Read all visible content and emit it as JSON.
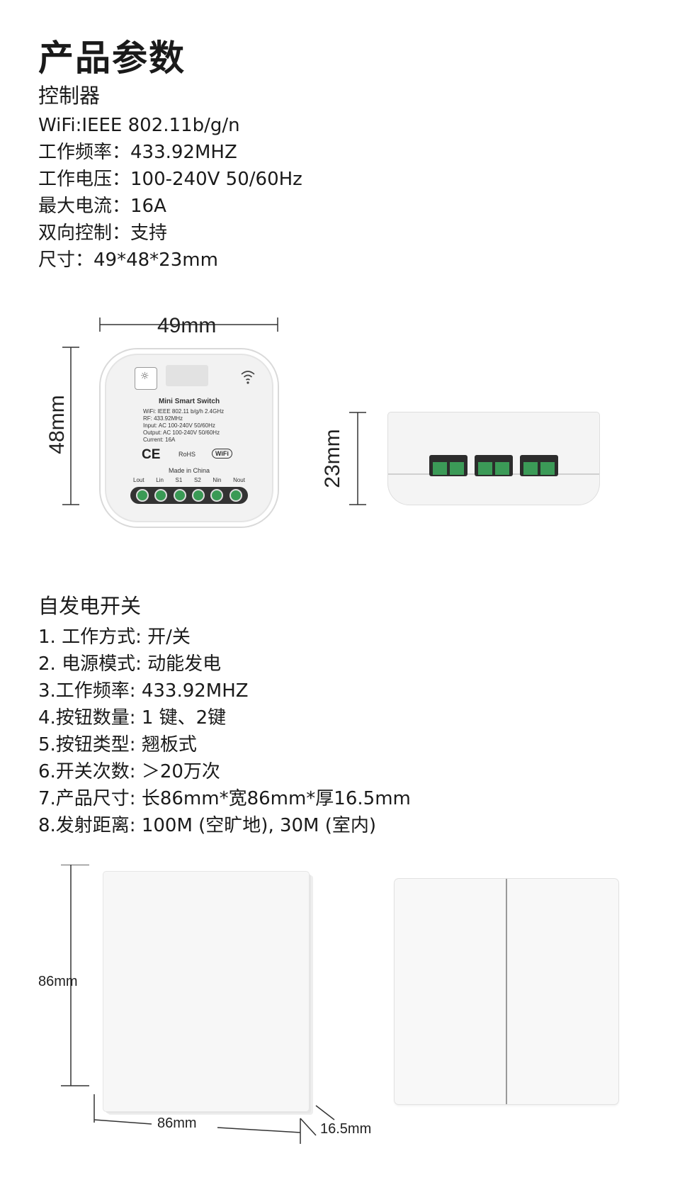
{
  "page": {
    "title": "产品参数"
  },
  "controller": {
    "heading": "控制器",
    "specs": [
      "WiFi:IEEE 802.11b/g/n",
      "工作频率：433.92MHZ",
      "工作电压：100-240V 50/60Hz",
      "最大电流：16A",
      "双向控制：支持",
      "尺寸：49*48*23mm"
    ],
    "dims": {
      "width": "49mm",
      "height": "48mm",
      "depth": "23mm"
    },
    "device_label": {
      "name": "Mini Smart Switch",
      "lines": [
        "WiFi: IEEE 802.11 b/g/h  2.4GHz",
        "RF: 433.92MHz",
        "Input:  AC 100-240V  50/60Hz",
        "Output:  AC 100-240V  50/60Hz",
        "Current:  16A"
      ],
      "ce": "CE",
      "rohs": "RoHS",
      "wifi_logo": "WiFi",
      "made_in": "Made in China",
      "terminals": [
        "Lout",
        "Lin",
        "S1",
        "S2",
        "Nin",
        "Nout"
      ]
    }
  },
  "kinetic_switch": {
    "heading": "自发电开关",
    "specs": [
      "1. 工作方式: 开/关",
      "2. 电源模式: 动能发电",
      "3.工作频率: 433.92MHZ",
      "4.按钮数量: 1 键、2键",
      "5.按钮类型: 翘板式",
      "6.开关次数: ＞20万次",
      "7.产品尺寸: 长86mm*宽86mm*厚16.5mm",
      "8.发射距离: 100M (空旷地), 30M (室内)"
    ],
    "dims": {
      "height": "86mm",
      "width": "86mm",
      "thickness": "16.5mm"
    }
  }
}
